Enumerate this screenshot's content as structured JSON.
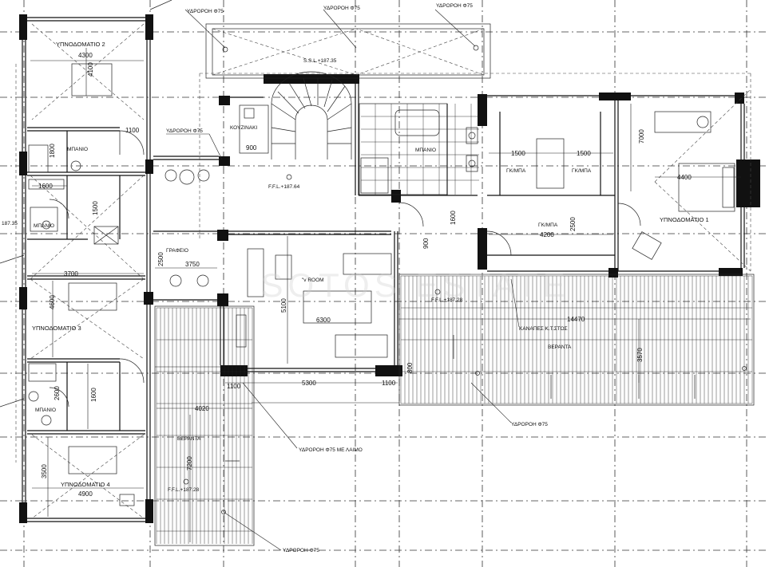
{
  "rooms": {
    "bedroom2": "ΥΠΝΟΔΟΜΑΤΙΟ 2",
    "bedroom3": "ΥΠΝΟΔΟΜΑΤΙΟ 3",
    "bedroom4": "ΥΠΝΟΔΟΜΑΤΙΟ 4",
    "bedroom1": "ΥΠΝΟΔΟΜΑΤΙΟ 1",
    "bath_a": "ΜΠΑΝΙΟ",
    "bath_b": "ΜΠΑΝΙΟ",
    "bath_c": "ΜΠΑΝΙΟ",
    "bath_d": "ΜΠΑΝΙΟ",
    "kitchenette": "ΚΟΥΖΙΝΑΚΙ",
    "office": "ΓΡΑΦΕΙΟ",
    "living": "\"v ROOM",
    "wardrobe_a": "ΓΚ/ΜΠΑ",
    "wardrobe_b": "ΓΚ/ΜΠΑ",
    "wardrobe_c": "ΓΚ/ΜΠΑ",
    "veranda_east": "ΒΕΡΑΝΤΑ",
    "veranda_south": "ΒΕΡΑΝΤΑ"
  },
  "levels": {
    "ssl": "S.S.L.+187.35",
    "ffl": "F.F.L.+187.64",
    "ffl_veranda": "F.F.L.+187.28",
    "level_mid": "F.F.L.+187.28",
    "level_left": "187.35"
  },
  "annotations": {
    "drain_1": "ΥΔΡΟΡΟΗ Φ75",
    "drain_2": "ΥΔΡΟΡΟΗ Φ75",
    "drain_3": "ΥΔΡΟΡΟΗ Φ75",
    "drain_4": "ΥΔΡΟΡΟΗ Φ75",
    "drain_5": "ΥΔΡΟΡΟΗ Φ75",
    "drain_6": "ΥΔΡΟΡΟΗ Φ75 ΜΕ ΛΑΙΜΟ",
    "drain_7": "ΥΔΡΟΡΟΗ Φ75",
    "canopy": "ΚΑΝΑΠΕΣ Κ.Τ.ΣΤΟΣ"
  },
  "dimensions": {
    "d4300": "4300",
    "d4100": "4100",
    "d1100a": "1100",
    "d1800": "1800",
    "d1600a": "1600",
    "d1500a": "1500",
    "d3700": "3700",
    "d4600": "4600",
    "d1600b": "1600",
    "d2600": "2600",
    "d3500": "3500",
    "d4900": "4900",
    "d900": "900",
    "d2500a": "2500",
    "d3750": "3750",
    "d5100": "5100",
    "d6300": "6300",
    "d1100b": "1100",
    "d5300": "5300",
    "d1100c": "1100",
    "d900b": "900",
    "d1600c": "1600",
    "d1500b": "1500",
    "d1500c": "1500",
    "d4200": "4200",
    "d2500b": "2500",
    "d7000": "7000",
    "d4400": "4400",
    "d14470": "14470",
    "d3570": "3570",
    "d800": "800",
    "d4020": "4020",
    "d7200": "7200"
  },
  "watermark": "SOTOS ESTATE"
}
